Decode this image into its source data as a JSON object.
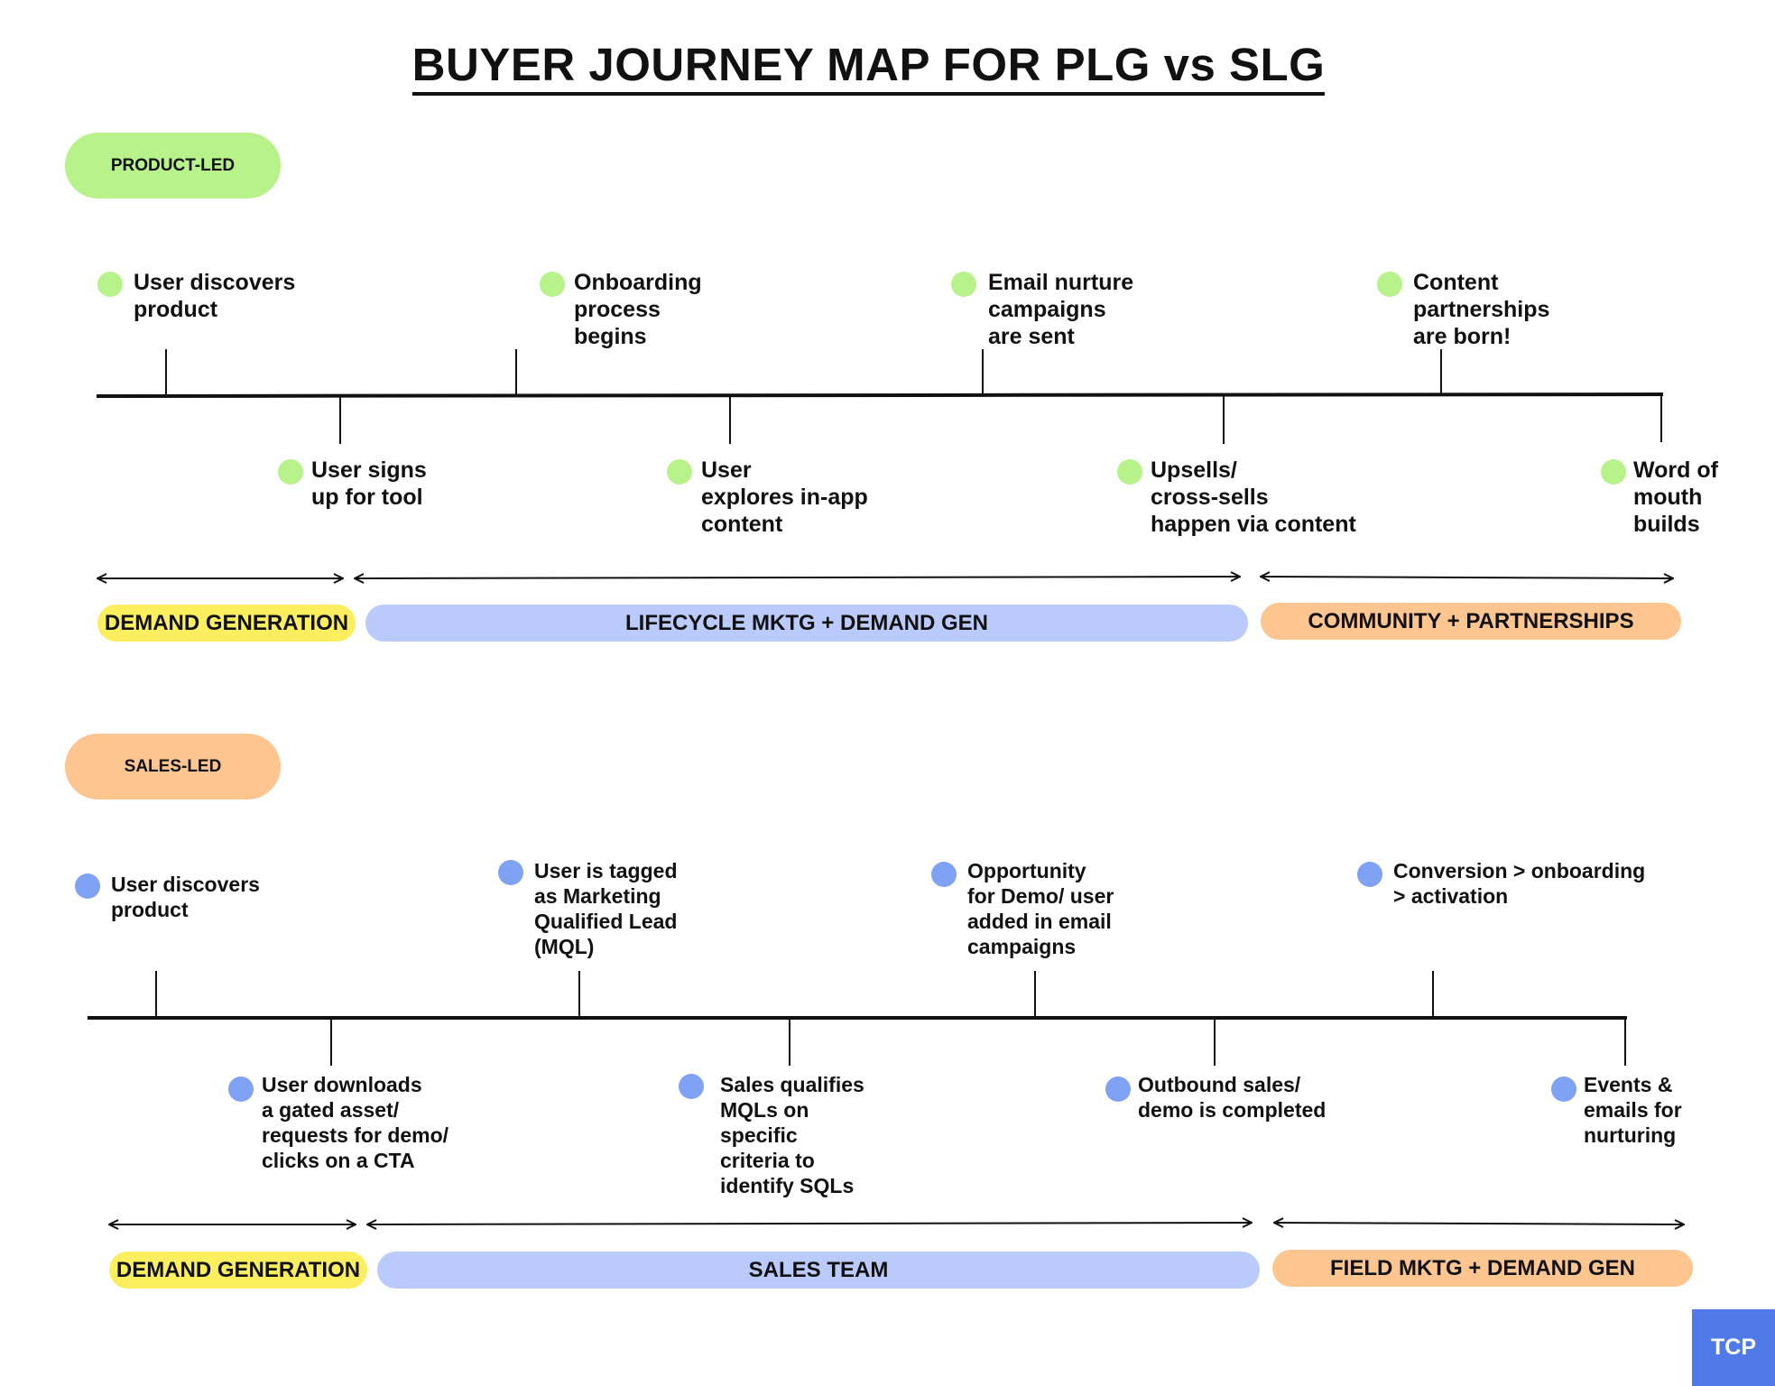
{
  "title": "BUYER JOURNEY MAP FOR PLG vs SLG",
  "colors": {
    "plg_dot": "#b7f28a",
    "slg_dot": "#7fa2f5",
    "yellow": "#fbef60",
    "blue": "#bacbfb",
    "orange": "#fdc690",
    "tcp": "#4f7ae8"
  },
  "plg": {
    "section_label": "PRODUCT-LED",
    "steps": [
      "User discovers\nproduct",
      "User signs\nup for tool",
      "Onboarding\nprocess\nbegins",
      "User\nexplores in-app\ncontent",
      "Email nurture\ncampaigns\nare sent",
      "Upsells/\ncross-sells\nhappen via content",
      "Content\npartnerships\nare born!",
      "Word of\nmouth\nbuilds"
    ],
    "bands": [
      "DEMAND GENERATION",
      "LIFECYCLE MKTG + DEMAND GEN",
      "COMMUNITY + PARTNERSHIPS"
    ]
  },
  "slg": {
    "section_label": "SALES-LED",
    "steps": [
      "User discovers\nproduct",
      "User downloads\na gated asset/\nrequests for demo/\nclicks on a CTA",
      "User is tagged\nas Marketing\nQualified Lead\n(MQL)",
      "Sales qualifies\nMQLs on\nspecific\ncriteria to\nidentify SQLs",
      "Opportunity\nfor Demo/ user\nadded in email\ncampaigns",
      "Outbound sales/\ndemo is completed",
      "Conversion > onboarding\n> activation",
      "Events &\nemails for\nnurturing"
    ],
    "bands": [
      "DEMAND GENERATION",
      "SALES TEAM",
      "FIELD MKTG + DEMAND GEN"
    ]
  },
  "badge": "TCP"
}
